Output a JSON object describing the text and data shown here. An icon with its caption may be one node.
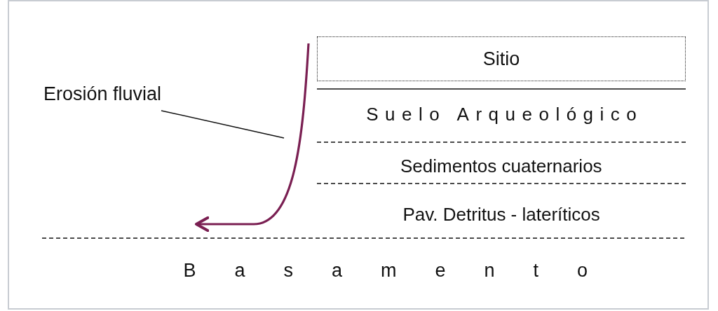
{
  "diagram": {
    "nodes": [
      {
        "text": [
          "Erosión fluvial"
        ]
      },
      {
        "text": [],
        "shape": "arrow"
      },
      {
        "text": [
          "Sitio"
        ]
      }
    ],
    "edges": [
      {
        "from": 0,
        "to": 1,
        "arrow": "none"
      }
    ],
    "labels": [
      "Suelo Arqueológico",
      "Sedimentos cuaternarios",
      "Pav. Detritus - lateríticos",
      "Basamento"
    ]
  }
}
